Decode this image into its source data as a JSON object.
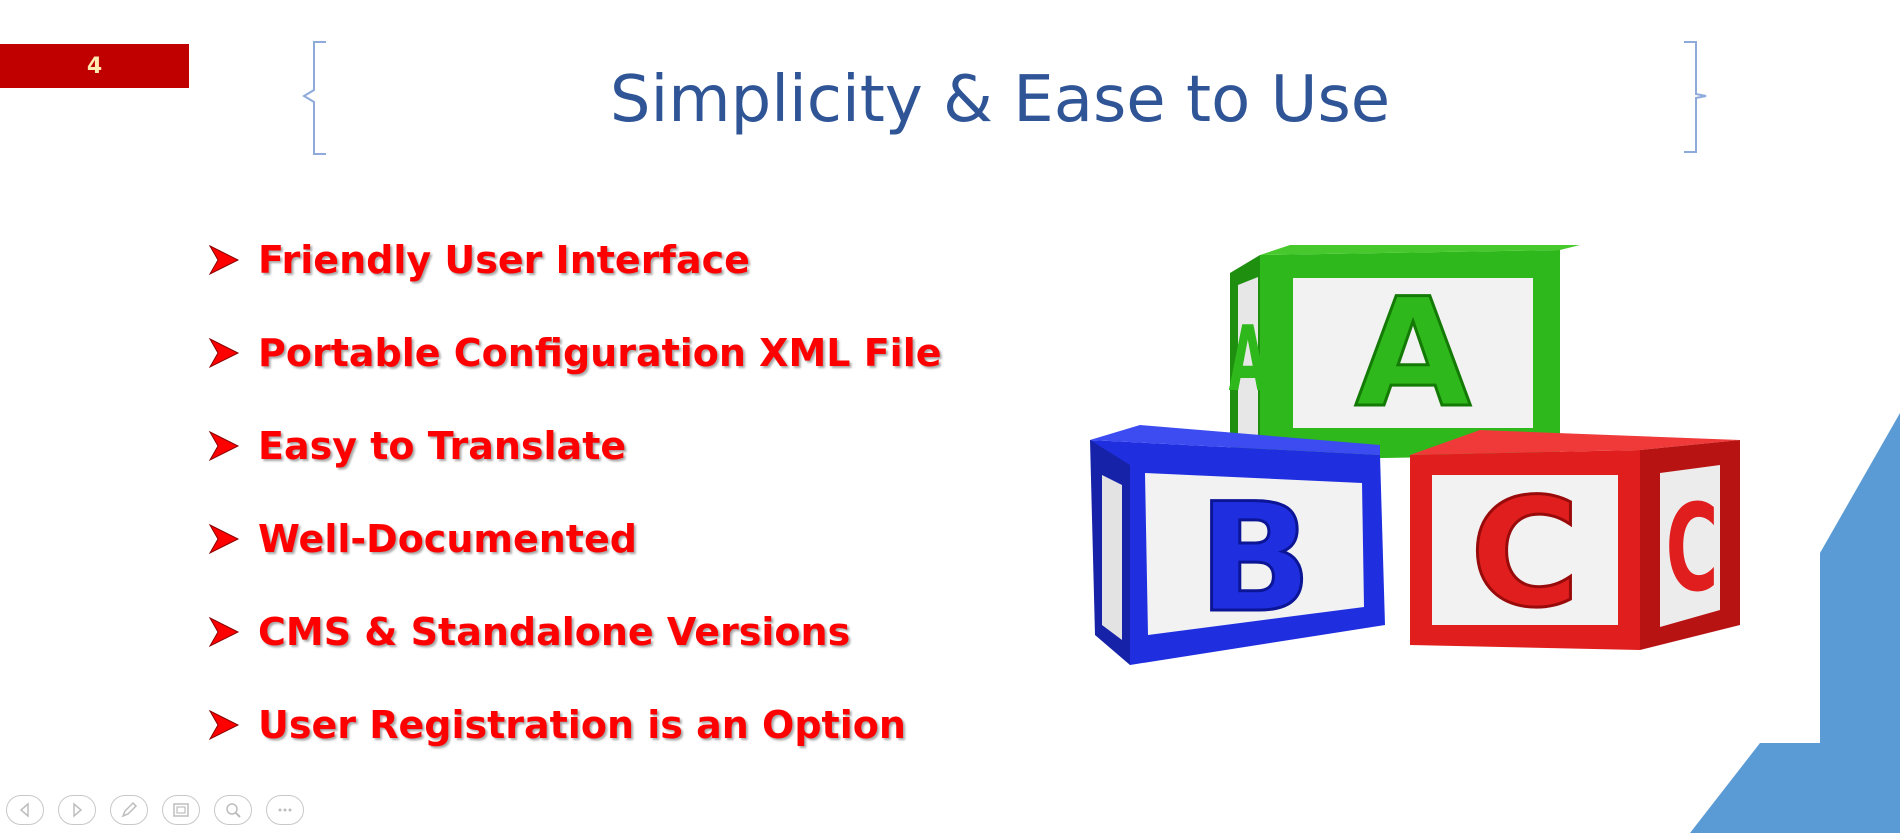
{
  "slide": {
    "number": "4",
    "title": "Simplicity & Ease to Use",
    "bullets": [
      "Friendly User Interface",
      "Portable Configuration XML File",
      "Easy to Translate",
      "Well-Documented",
      "CMS & Standalone Versions",
      "User Registration is an Option"
    ],
    "image": {
      "letters": [
        "A",
        "B",
        "C"
      ],
      "icon": "abc-blocks-icon"
    }
  },
  "colors": {
    "number_band": "#c00000",
    "title": "#2f5597",
    "bullet_text": "#ff0000",
    "block_green": "#33b51d",
    "block_blue": "#1f2fe0",
    "block_red": "#e01e1e",
    "corner": "#5b9bd5"
  },
  "controls": [
    {
      "name": "previous-icon"
    },
    {
      "name": "next-icon"
    },
    {
      "name": "pen-icon"
    },
    {
      "name": "slides-icon"
    },
    {
      "name": "zoom-icon"
    },
    {
      "name": "more-options-icon"
    }
  ]
}
